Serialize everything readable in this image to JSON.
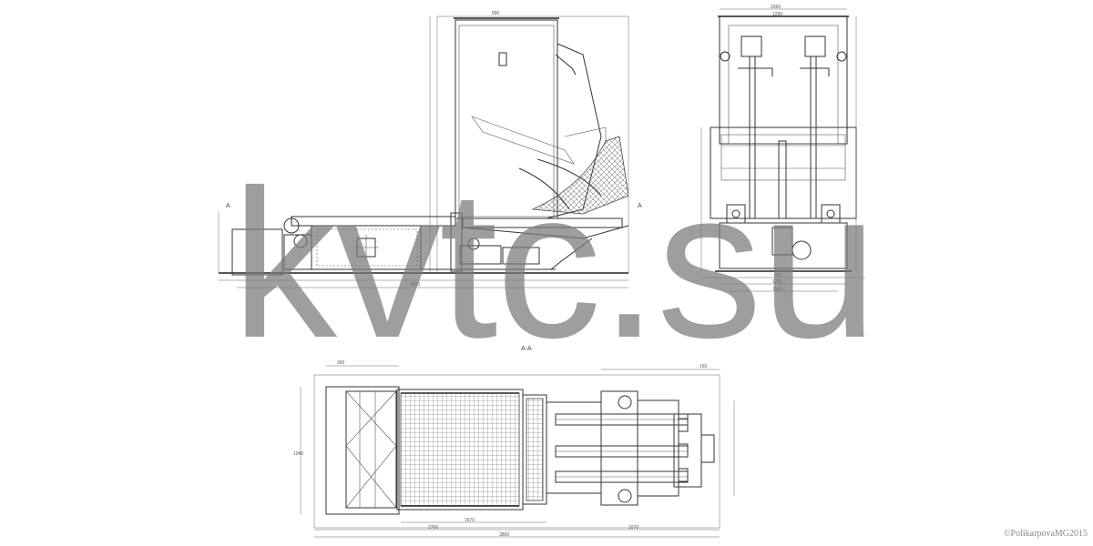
{
  "watermark": {
    "text": "kvtc.su"
  },
  "copyright": {
    "text": "©PolikarpovaMG2015"
  },
  "section_marks": {
    "side_a": "A",
    "side_b": "A",
    "plan": "A-A"
  },
  "dimensions": {
    "top_width": "1290",
    "top_total": "1560",
    "front_bottom_1": "950",
    "front_bottom_2": "1290",
    "front_bottom_3": "1560",
    "plan_total": "3860",
    "plan_left": "2760",
    "plan_right": "1070",
    "plan_mid": "1670",
    "plan_top_left": "360",
    "plan_top_right": "160",
    "plan_height": "1040",
    "side_top": "890",
    "side_total": "3860"
  }
}
